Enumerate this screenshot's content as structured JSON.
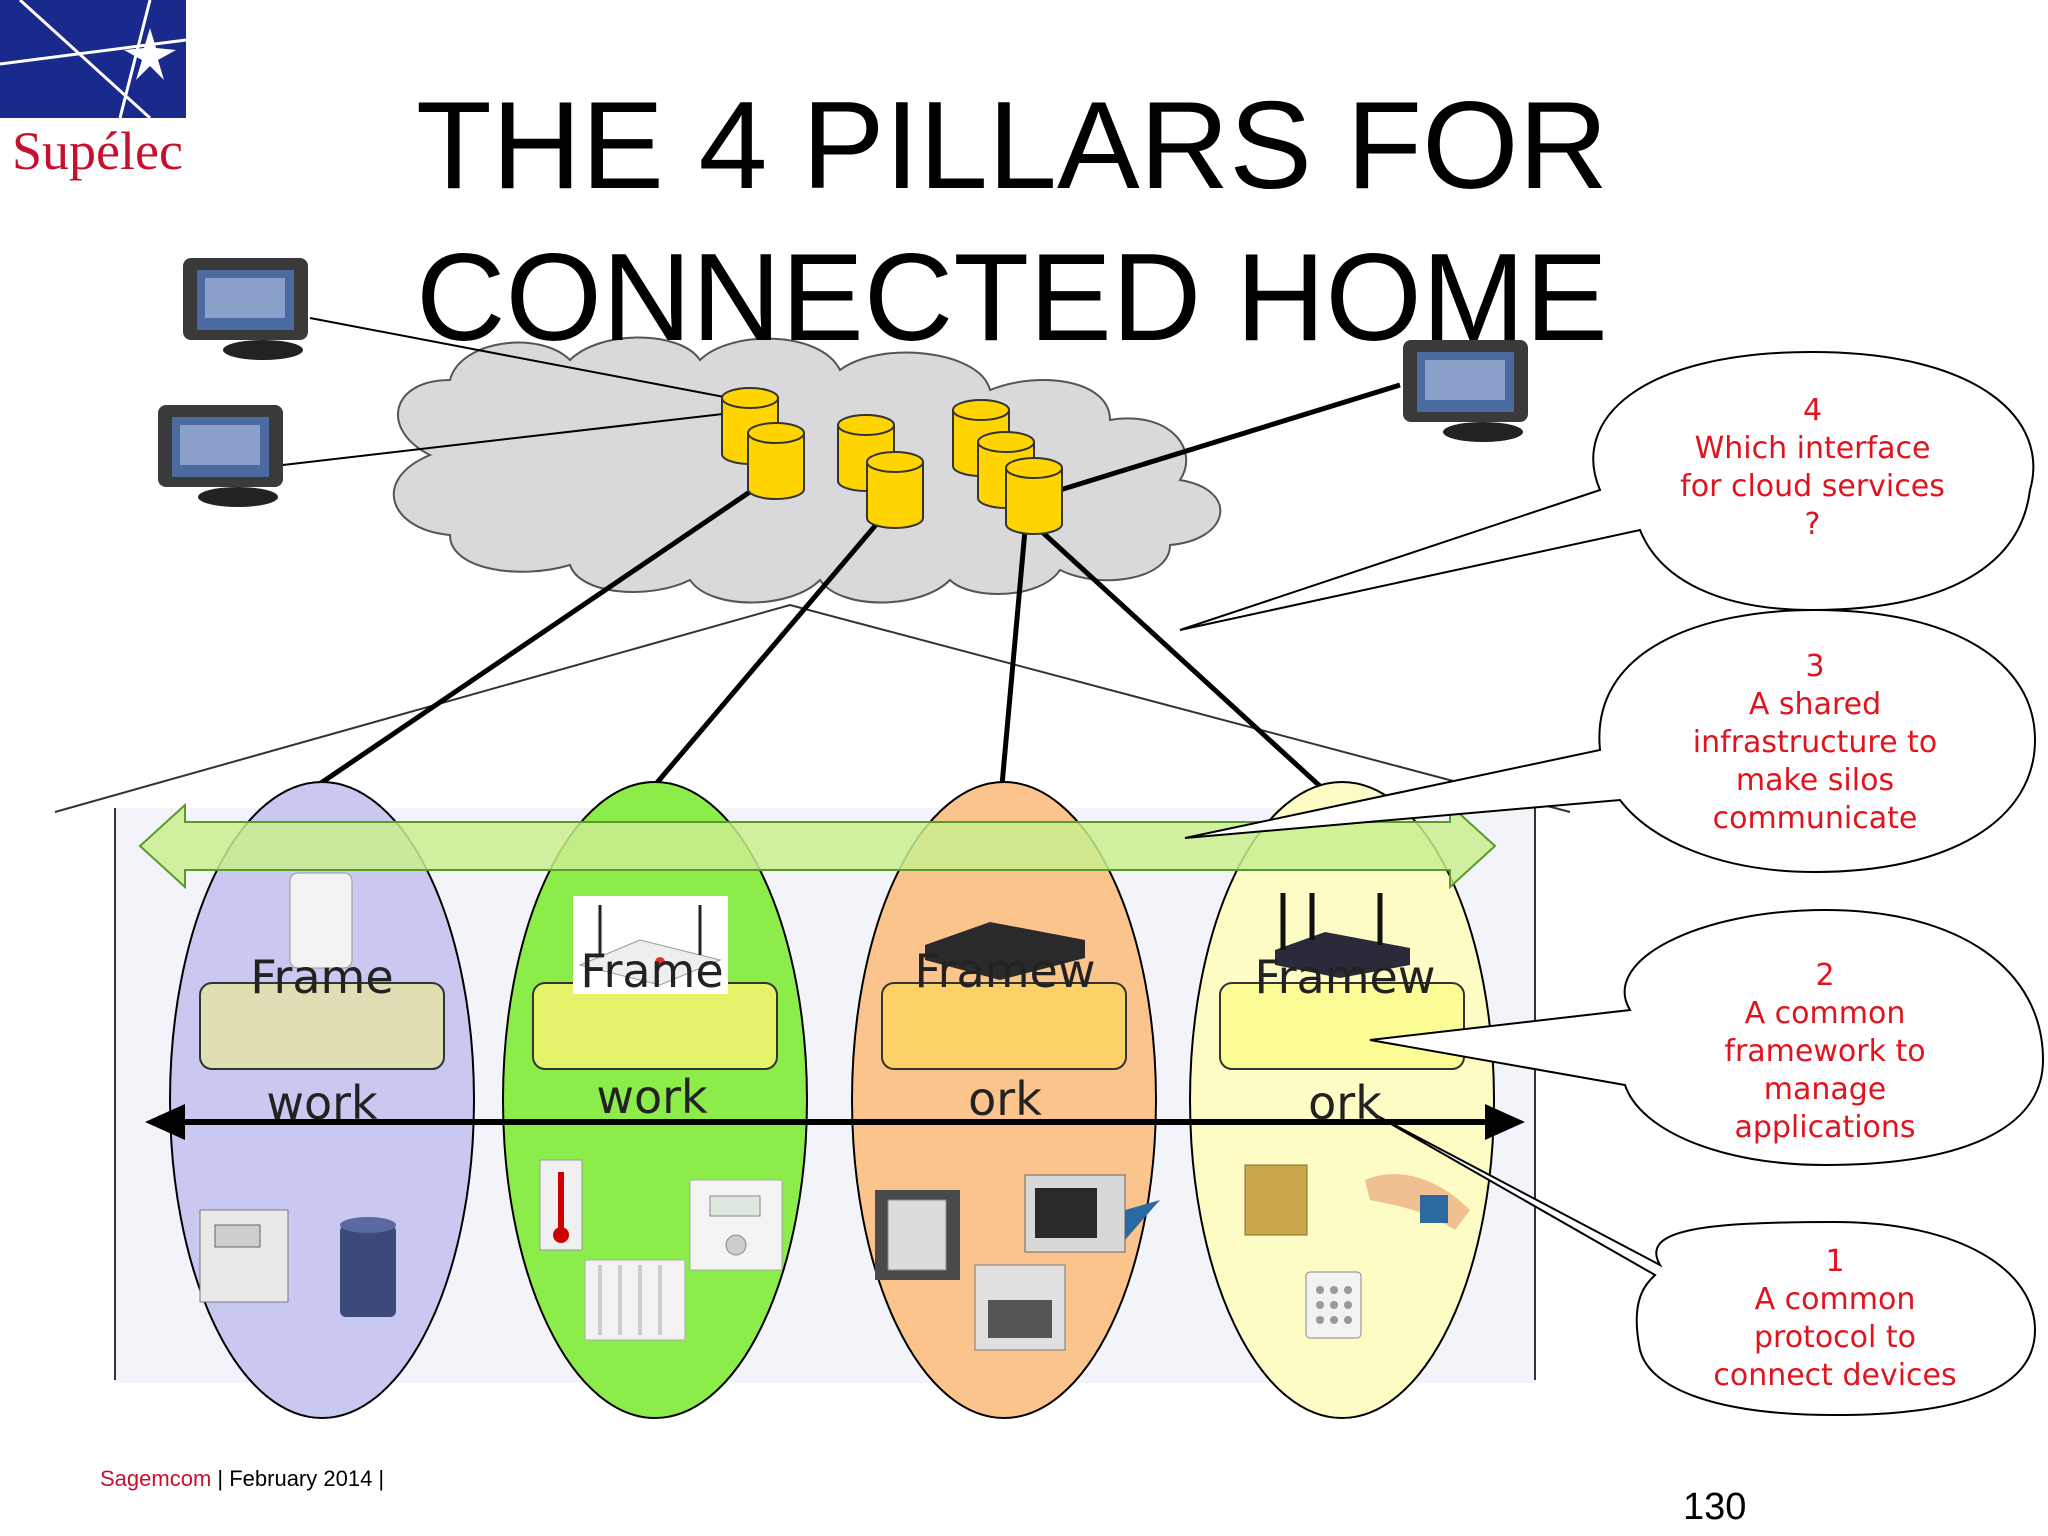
{
  "logo": {
    "text": "Supélec"
  },
  "title": {
    "line1": "THE 4 PILLARS FOR",
    "line2": "CONNECTED HOME"
  },
  "pillars": [
    {
      "top": "Frame",
      "bottom": "work",
      "fill": "#c8c8f0"
    },
    {
      "top": "Frame",
      "bottom": "work",
      "fill": "#8cec4a"
    },
    {
      "top": "Framew",
      "bottom": "ork",
      "fill": "#fac48c"
    },
    {
      "top": "Framew",
      "bottom": "ork",
      "fill": "#fcfcc4"
    }
  ],
  "callouts": [
    {
      "num": "4",
      "lines": [
        "Which interface",
        "for cloud services",
        "?"
      ]
    },
    {
      "num": "3",
      "lines": [
        "A shared",
        "infrastructure to",
        "make silos",
        "communicate"
      ]
    },
    {
      "num": "2",
      "lines": [
        "A common",
        "framework to",
        "manage",
        "applications"
      ]
    },
    {
      "num": "1",
      "lines": [
        "A common",
        "protocol to",
        "connect devices"
      ]
    }
  ],
  "footer": {
    "brand": "Sagemcom",
    "rest": " | February 2014 |"
  },
  "page_number": "130",
  "colors": {
    "accent": "#e0141e",
    "database": "#ffd400",
    "cloud": "#d9d9dc",
    "logo_blue": "#1a2a8c"
  }
}
